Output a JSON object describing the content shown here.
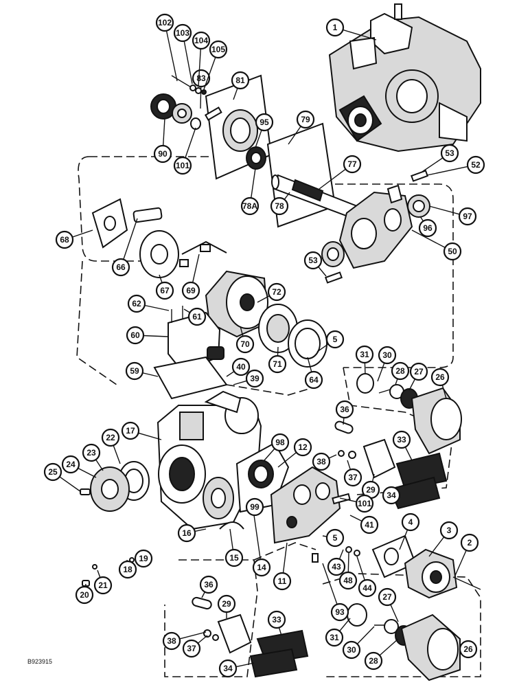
{
  "drawing": {
    "code": "B923915",
    "callouts": [
      "1",
      "2",
      "3",
      "4",
      "5",
      "5",
      "11",
      "12",
      "14",
      "15",
      "16",
      "17",
      "18",
      "19",
      "20",
      "21",
      "22",
      "23",
      "24",
      "25",
      "26",
      "26",
      "27",
      "27",
      "28",
      "28",
      "29",
      "29",
      "30",
      "30",
      "31",
      "31",
      "33",
      "33",
      "34",
      "34",
      "36",
      "36",
      "37",
      "37",
      "38",
      "38",
      "39",
      "40",
      "41",
      "43",
      "44",
      "48",
      "50",
      "52",
      "53",
      "53",
      "59",
      "60",
      "61",
      "62",
      "64",
      "66",
      "67",
      "68",
      "69",
      "70",
      "71",
      "72",
      "77",
      "78",
      "78A",
      "79",
      "81",
      "83",
      "90",
      "93",
      "95",
      "96",
      "97",
      "98",
      "99",
      "101",
      "101",
      "102",
      "103",
      "104",
      "105"
    ]
  }
}
